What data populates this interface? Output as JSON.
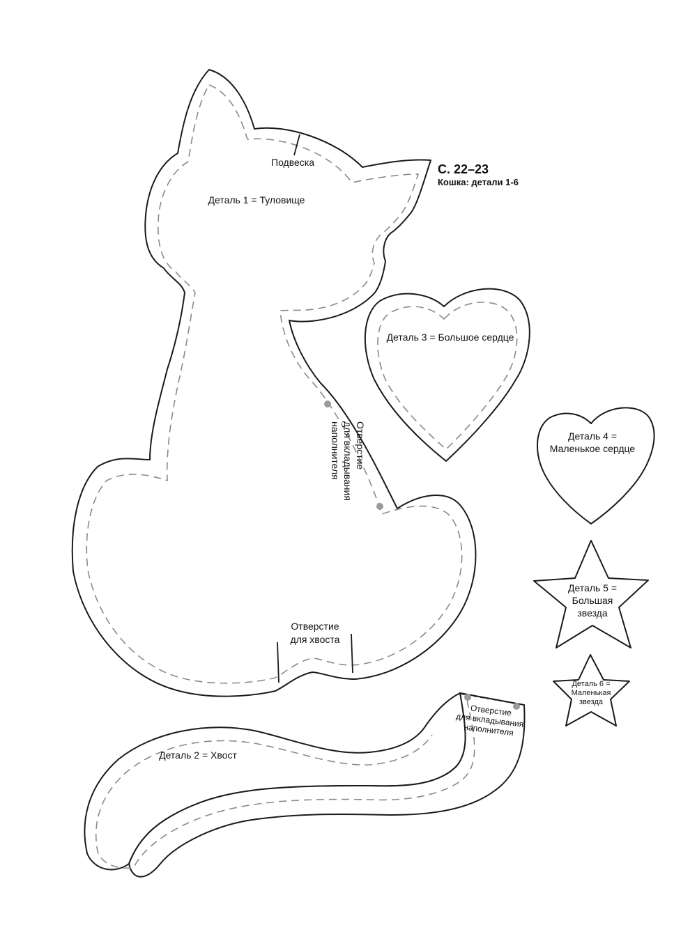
{
  "header": {
    "page_ref": "С. 22–23",
    "subtitle": "Кошка: детали 1-6"
  },
  "body_piece": {
    "label": "Деталь 1 = Туловище",
    "hanger": "Подвеска",
    "filling_opening": [
      "Отверстие",
      "для вкладывания",
      "наполнителя"
    ],
    "tail_opening": [
      "Отверстие",
      "для хвоста"
    ]
  },
  "tail_piece": {
    "label": "Деталь 2 = Хвост",
    "filling_opening": [
      "Отверстие",
      "для вкладывания",
      "наполнителя"
    ]
  },
  "big_heart": {
    "label": "Деталь 3 = Большое сердце"
  },
  "small_heart": {
    "label_lines": [
      "Деталь 4 =",
      "Маленькое сердце"
    ]
  },
  "big_star": {
    "label_lines": [
      "Деталь 5 =",
      "Большая",
      "звезда"
    ]
  },
  "small_star": {
    "label_lines": [
      "Деталь 6 =",
      "Маленькая",
      "звезда"
    ]
  }
}
